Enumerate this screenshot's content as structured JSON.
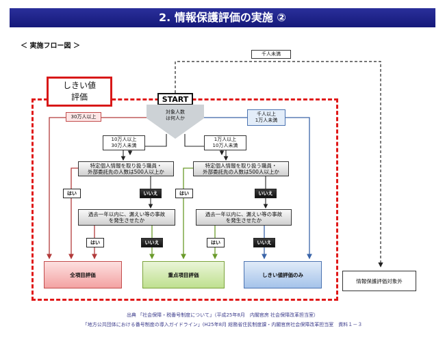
{
  "title": "2. 情報保護評価の実施 ②",
  "flow_label": "＜ 実施フロー図 ＞",
  "threshold_label": "しきい値\n評価",
  "start_label": "START",
  "target_question": "対象人数\nは何人か",
  "branches": {
    "over_300k": "30万人以上",
    "range_100k_300k": "10万人以上\n30万人未満",
    "range_10k_100k": "1万人以上\n10万人未満",
    "range_1k_10k": "千人以上\n1万人未満",
    "under_1k": "千人未満"
  },
  "question_staff": "特定個人情報を取り扱う職員・\n外部委託先の人数は500人以上か",
  "question_incident": "過去一年以内に、漏えい等の事故\nを発生させたか",
  "yes_label": "はい",
  "no_label": "いいえ",
  "results": {
    "full": "全項目評価",
    "key": "重点項目評価",
    "threshold_only": "しきい値評価のみ",
    "excluded": "情報保護評価対象外"
  },
  "footer_line1": "出典 「社会保障・税番号制度について」（平成25年8月　内閣官房 社会保障改革担当室）",
  "footer_line2": "「地方公共団体における番号制度の導入ガイドライン」(H25年8月 総務省住民制度課・内閣官房社会保障改革担当室　資料１－３"
}
